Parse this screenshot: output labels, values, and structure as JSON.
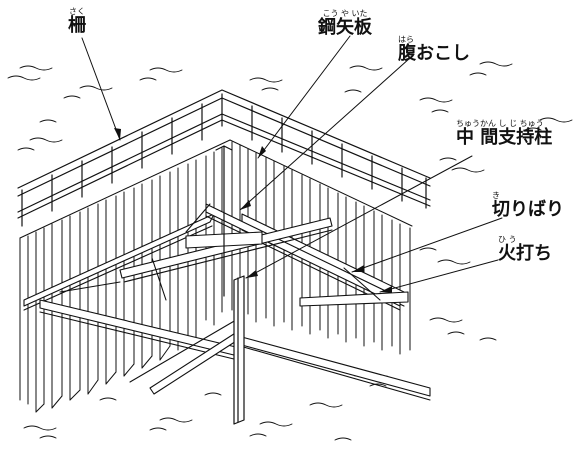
{
  "labels": {
    "saku": {
      "ruby": "さく",
      "text": "柵"
    },
    "kouyaita": {
      "ruby": "こう や いた",
      "text": "鋼矢板"
    },
    "haraokoshi": {
      "ruby": "はら",
      "text": "腹おこし"
    },
    "chuukan": {
      "ruby": "ちゅうかん し じ ちゅう",
      "text": "中 間支持柱"
    },
    "kiribari": {
      "ruby": "き",
      "text": "切りばり"
    },
    "hiuchi": {
      "ruby": "ひ う",
      "text": "火打ち"
    }
  }
}
